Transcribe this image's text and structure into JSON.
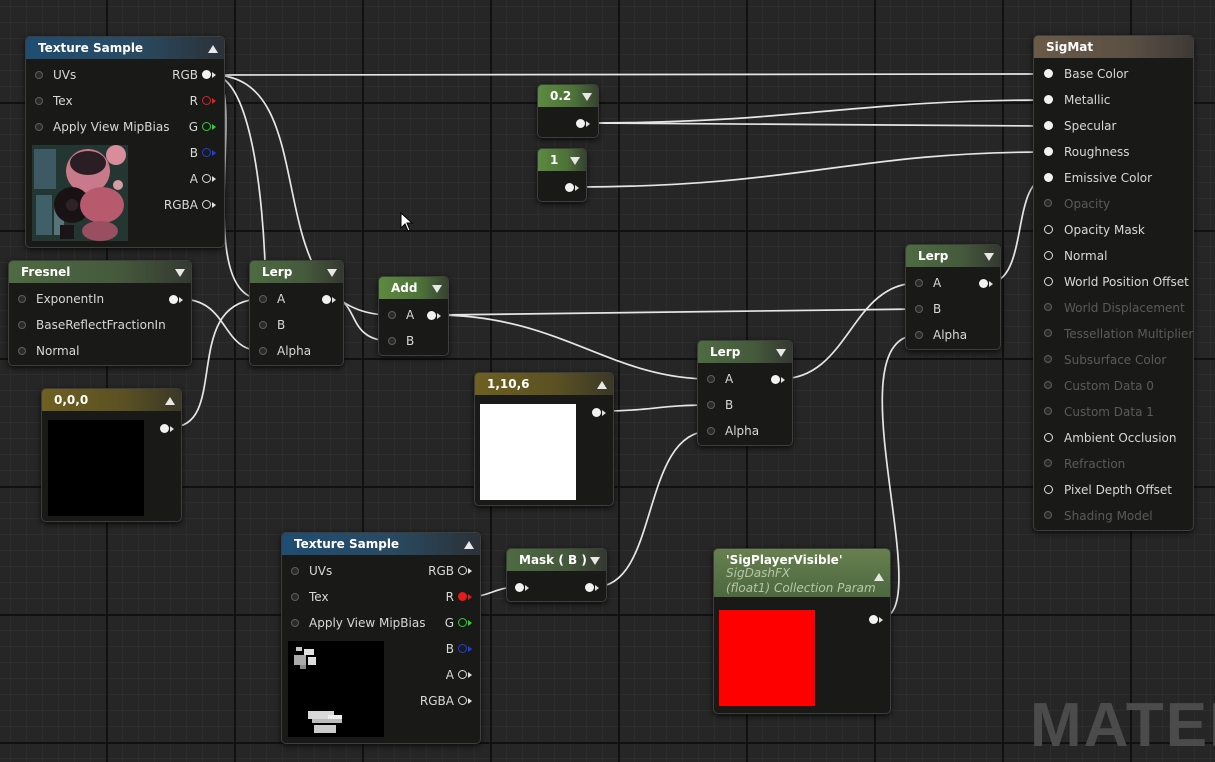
{
  "watermark": "MATERI",
  "tex1": {
    "title": "Texture Sample",
    "inputs": [
      "UVs",
      "Tex",
      "Apply View MipBias"
    ],
    "outputs": [
      "RGB",
      "R",
      "G",
      "B",
      "A",
      "RGBA"
    ]
  },
  "fresnel": {
    "title": "Fresnel",
    "inputs": [
      "ExponentIn",
      "BaseReflectFractionIn",
      "Normal"
    ]
  },
  "const3": {
    "title": "0,0,0"
  },
  "lerp1": {
    "title": "Lerp",
    "inputs": [
      "A",
      "B",
      "Alpha"
    ]
  },
  "add": {
    "title": "Add",
    "inputs": [
      "A",
      "B"
    ]
  },
  "c02": {
    "title": "0.2"
  },
  "c1": {
    "title": "1"
  },
  "vec": {
    "title": "1,10,6"
  },
  "lerp2": {
    "title": "Lerp",
    "inputs": [
      "A",
      "B",
      "Alpha"
    ]
  },
  "lerp3": {
    "title": "Lerp",
    "inputs": [
      "A",
      "B",
      "Alpha"
    ]
  },
  "tex2": {
    "title": "Texture Sample",
    "inputs": [
      "UVs",
      "Tex",
      "Apply View MipBias"
    ],
    "outputs": [
      "RGB",
      "R",
      "G",
      "B",
      "A",
      "RGBA"
    ]
  },
  "mask": {
    "title": "Mask ( B )"
  },
  "param": {
    "title": "'SigPlayerVisible'",
    "sub1": "SigDashFX",
    "sub2": "(float1) Collection Param"
  },
  "sigmat": {
    "title": "SigMat",
    "pins": [
      {
        "label": "Base Color",
        "enabled": true
      },
      {
        "label": "Metallic",
        "enabled": true
      },
      {
        "label": "Specular",
        "enabled": true
      },
      {
        "label": "Roughness",
        "enabled": true
      },
      {
        "label": "Emissive Color",
        "enabled": true
      },
      {
        "label": "Opacity",
        "enabled": false
      },
      {
        "label": "Opacity Mask",
        "enabled": true
      },
      {
        "label": "Normal",
        "enabled": true
      },
      {
        "label": "World Position Offset",
        "enabled": true
      },
      {
        "label": "World Displacement",
        "enabled": false
      },
      {
        "label": "Tessellation Multiplier",
        "enabled": false
      },
      {
        "label": "Subsurface Color",
        "enabled": false
      },
      {
        "label": "Custom Data 0",
        "enabled": false
      },
      {
        "label": "Custom Data 1",
        "enabled": false
      },
      {
        "label": "Ambient Occlusion",
        "enabled": true
      },
      {
        "label": "Refraction",
        "enabled": false
      },
      {
        "label": "Pixel Depth Offset",
        "enabled": true
      },
      {
        "label": "Shading Model",
        "enabled": false
      }
    ]
  },
  "colors": {
    "background": "#262626",
    "wire": "#e6e6e6",
    "texture_header": "#1f4d73",
    "constant_header": "#5b8a3f",
    "vector_header": "#6e6020",
    "material_header": "#6a5a48",
    "param_color": "#ff0000",
    "vector_color": "#ffffff"
  }
}
